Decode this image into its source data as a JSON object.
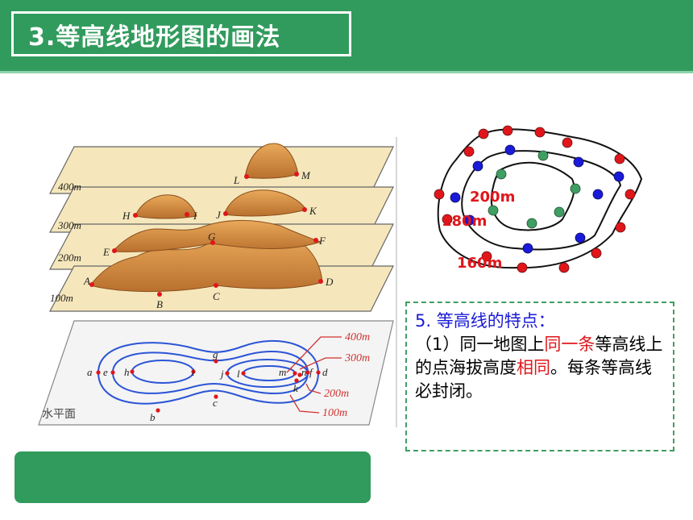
{
  "title": "3.等高线地形图的画法",
  "diagram_left": {
    "layers": [
      "400m",
      "300m",
      "200m",
      "100m"
    ],
    "points_3d": [
      "L",
      "M",
      "H",
      "I",
      "J",
      "K",
      "E",
      "G",
      "F",
      "A",
      "B",
      "C",
      "D"
    ],
    "plane_label": "水平面",
    "map_points": [
      "a",
      "e",
      "h",
      "i",
      "g",
      "j",
      "l",
      "m",
      "n",
      "f",
      "d",
      "k",
      "c",
      "b"
    ],
    "legend_labels": [
      "400m",
      "300m",
      "200m",
      "100m"
    ]
  },
  "diagram_right": {
    "labels": [
      "200m",
      "180m",
      "160m"
    ],
    "colors": {
      "outer": "#e0161b",
      "middle": "#1a1ad8",
      "inner": "#3f9e62"
    }
  },
  "features": {
    "heading": "5. 等高线的特点：",
    "p1_a": "（1）同一地图上",
    "p1_b": "同一条",
    "p1_c": "等高线上的点海拔高度",
    "p1_d": "相同",
    "p1_e": "。每条等高线必封闭。"
  },
  "colors": {
    "title_bg": "#319b5d",
    "accent_red": "#e0161b",
    "accent_blue": "#1a1ad8"
  }
}
